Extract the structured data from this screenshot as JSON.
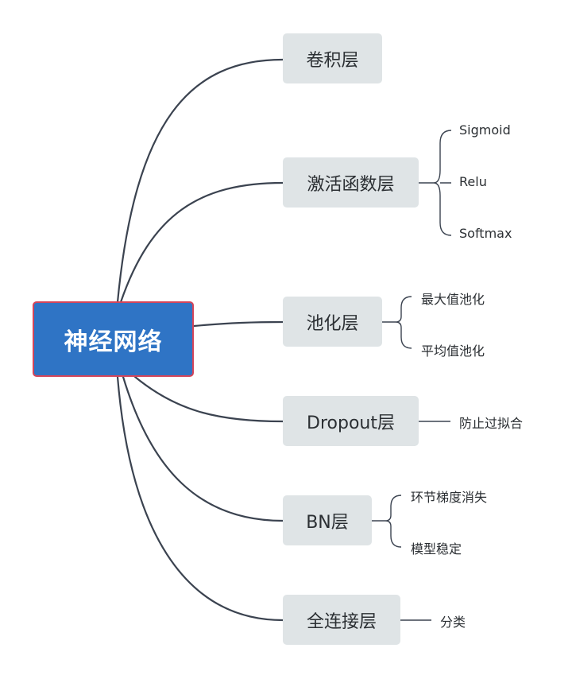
{
  "root": {
    "label": "神经网络"
  },
  "branches": [
    {
      "label": "卷积层",
      "children": []
    },
    {
      "label": "激活函数层",
      "children": [
        "Sigmoid",
        "Relu",
        "Softmax"
      ]
    },
    {
      "label": "池化层",
      "children": [
        "最大值池化",
        "平均值池化"
      ]
    },
    {
      "label": "Dropout层",
      "children": [
        "防止过拟合"
      ]
    },
    {
      "label": "BN层",
      "children": [
        "环节梯度消失",
        "模型稳定"
      ]
    },
    {
      "label": "全连接层",
      "children": [
        "分类"
      ]
    }
  ],
  "colors": {
    "root_fill": "#2f74c5",
    "root_border": "#d4455a",
    "node_fill": "#dfe4e6",
    "line": "#3b4350"
  }
}
